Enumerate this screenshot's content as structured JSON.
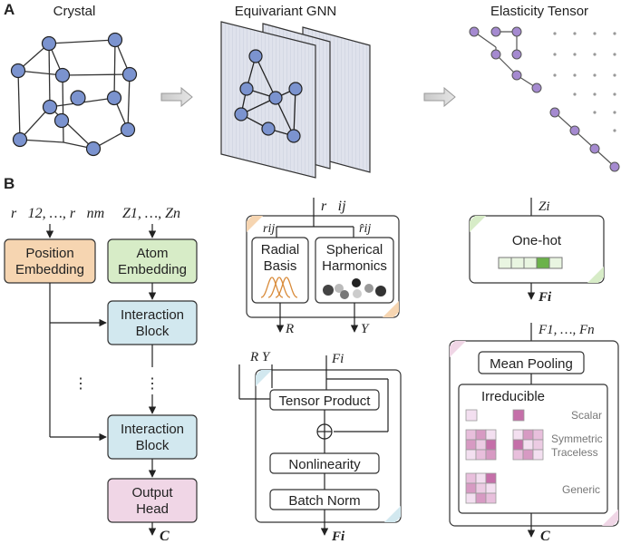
{
  "panel_a": {
    "label": "A",
    "titles": {
      "crystal": "Crystal",
      "gnn": "Equivariant GNN",
      "tensor": "Elasticity Tensor"
    }
  },
  "panel_b": {
    "label": "B",
    "inputs": {
      "positions": "r⃗12, …, r⃗nm",
      "atoms": "Z1, …, Zn"
    },
    "blocks": {
      "position_embedding": [
        "Position",
        "Embedding"
      ],
      "atom_embedding": [
        "Atom",
        "Embedding"
      ],
      "interaction_1": [
        "Interaction",
        "Block"
      ],
      "interaction_2": [
        "Interaction",
        "Block"
      ],
      "output_head": [
        "Output",
        "Head"
      ],
      "ellipsis": "⋮"
    },
    "output": "C",
    "edge_module": {
      "input": "r⃗ij",
      "r_label": "rij",
      "rhat_label": "r̂ij",
      "radial": [
        "Radial",
        "Basis"
      ],
      "spherical": [
        "Spherical",
        "Harmonics"
      ],
      "out_r": "R",
      "out_y": "Y"
    },
    "interaction_module": {
      "inputs_left": "R  Y",
      "input_f": "Fi",
      "tensor_product": "Tensor Product",
      "plus": "⊕",
      "nonlinearity": "Nonlinearity",
      "batch_norm": "Batch Norm",
      "output": "Fi"
    },
    "onehot_module": {
      "input": "Zi",
      "title": "One-hot",
      "output": "Fi"
    },
    "head_module": {
      "input": "F1, …, Fn",
      "mean_pooling": "Mean Pooling",
      "irreducible": "Irreducible",
      "scalar": "Scalar",
      "symmetric": [
        "Symmetric",
        "Traceless"
      ],
      "generic": "Generic",
      "output": "C"
    }
  },
  "colors": {
    "node": "#7b93cf",
    "purple_node": "#a58ad0",
    "orange": "#f6d5b1",
    "green": "#d7ecc7",
    "blue": "#d2e8ef",
    "pink": "#f0d6e6",
    "magenta": "#c56fa9"
  }
}
